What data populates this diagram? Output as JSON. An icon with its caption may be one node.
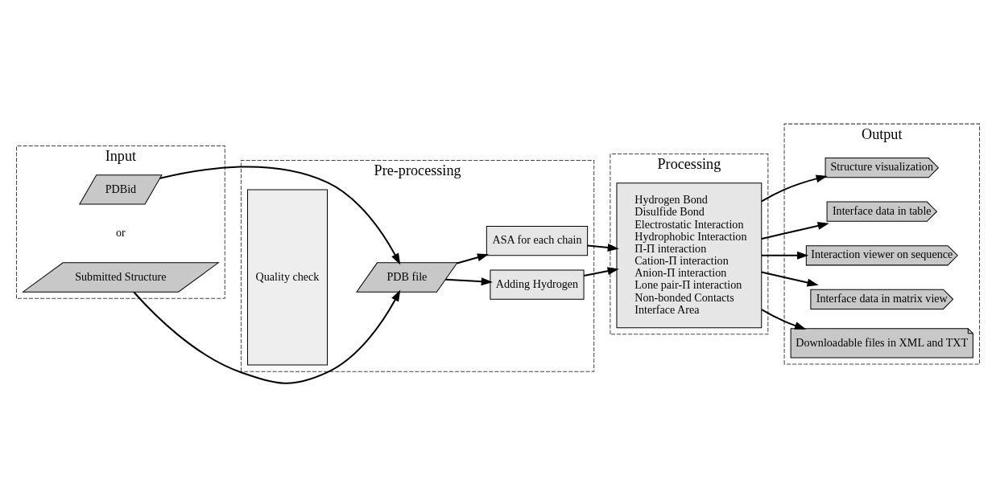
{
  "diagram": {
    "nodes": [
      {
        "text": [
          "Input"
        ]
      },
      {
        "text": [
          "Pre-processing"
        ]
      },
      {
        "text": [
          "Processing"
        ]
      },
      {
        "text": [
          "Output"
        ]
      },
      {
        "text": [
          "PDBid"
        ],
        "in": 0
      },
      {
        "text": [
          "Submitted Structure"
        ],
        "in": 0
      },
      {
        "text": [
          "Quality check"
        ],
        "in": 1
      },
      {
        "text": [
          "PDB file"
        ],
        "in": 1
      },
      {
        "text": [
          "Adding Hydrogen"
        ],
        "in": 1
      },
      {
        "text": [
          "ASA for each chain"
        ],
        "in": 1
      },
      {
        "text": [
          "Hydrogen Bond",
          "Disulfide Bond",
          "Electrostatic Interaction",
          "Hydrophobic Interaction",
          "Π-Π interaction",
          "Cation-Π interaction",
          "Anion-Π interaction",
          "Lone pair-Π interaction",
          "Non-bonded Contacts",
          "Interface Area"
        ],
        "in": 2
      },
      {
        "text": [
          "Structure visualization"
        ],
        "in": 3
      },
      {
        "text": [
          "Interface data in table"
        ],
        "in": 3
      },
      {
        "text": [
          "Interaction viewer on sequence"
        ],
        "in": 3
      },
      {
        "text": [
          "Interface data in matrix view"
        ],
        "in": 3
      },
      {
        "text": [
          "Downloadable files in XML and TXT"
        ],
        "in": 3
      }
    ],
    "edges": [
      {
        "from": 4,
        "to": 7,
        "arrow": "to"
      },
      {
        "from": 5,
        "to": 7,
        "arrow": "to"
      },
      {
        "from": 7,
        "to": 8,
        "arrow": "to"
      },
      {
        "from": 7,
        "to": 9,
        "arrow": "to"
      },
      {
        "from": 8,
        "to": 10,
        "arrow": "to"
      },
      {
        "from": 9,
        "to": 10,
        "arrow": "to"
      },
      {
        "from": 10,
        "to": 11,
        "arrow": "to"
      },
      {
        "from": 10,
        "to": 12,
        "arrow": "to"
      },
      {
        "from": 10,
        "to": 13,
        "arrow": "to"
      },
      {
        "from": 10,
        "to": 14,
        "arrow": "to"
      },
      {
        "from": 10,
        "to": 15,
        "arrow": "to"
      }
    ],
    "labels": [
      "or"
    ]
  }
}
